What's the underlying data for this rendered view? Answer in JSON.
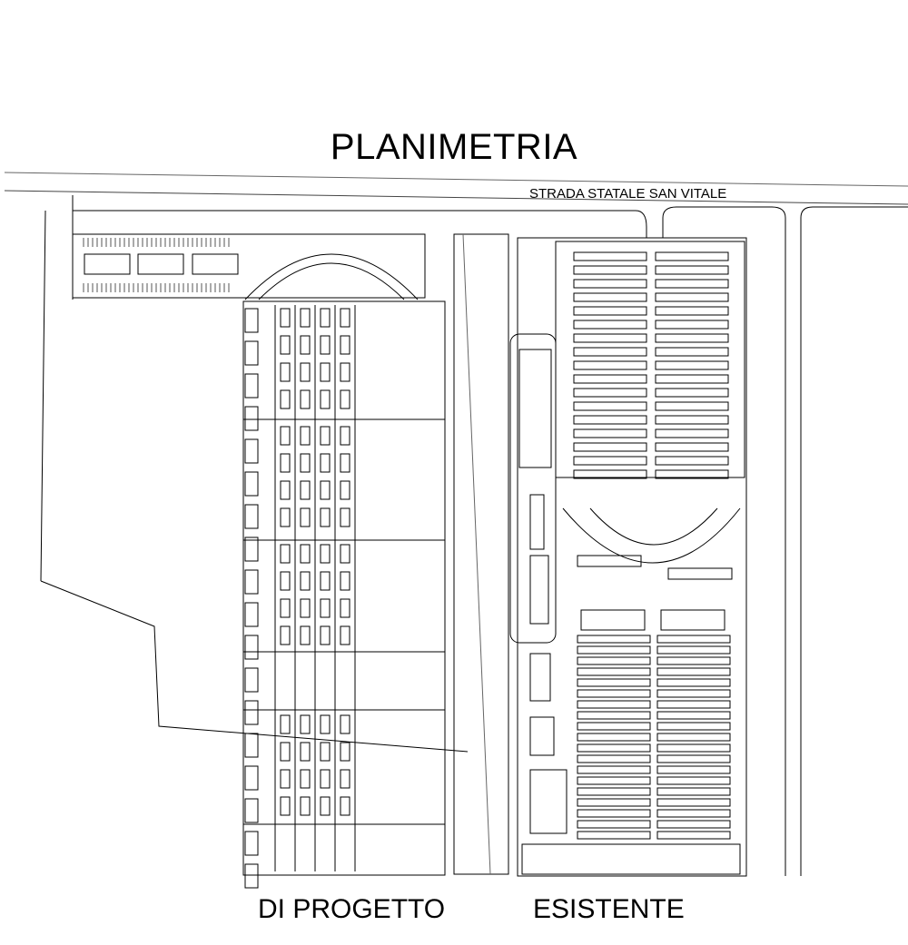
{
  "title": "PLANIMETRIA",
  "road_label": "STRADA STATALE SAN VITALE",
  "labels": {
    "project": "DI PROGETTO",
    "existing": "ESISTENTE"
  }
}
